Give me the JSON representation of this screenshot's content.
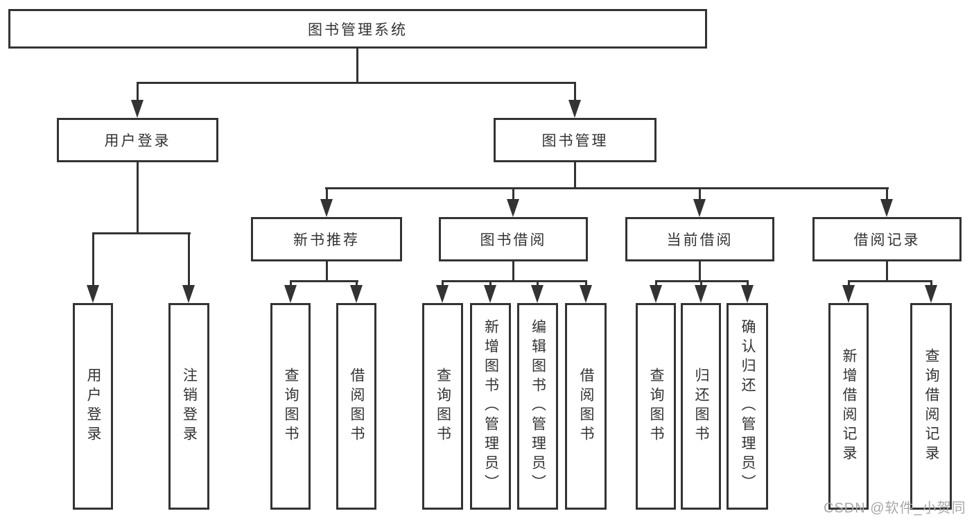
{
  "watermark": "CSDN @软件_小贺同学",
  "colors": {
    "line": "#333333",
    "text": "#333333",
    "watermark": "#a8a8a8",
    "bg": "#ffffff"
  },
  "tree": {
    "label": "图书管理系统",
    "children": [
      {
        "label": "用户登录",
        "children": [
          {
            "label": "用户登录"
          },
          {
            "label": "注销登录"
          }
        ]
      },
      {
        "label": "图书管理",
        "children": [
          {
            "label": "新书推荐",
            "children": [
              {
                "label": "查询图书"
              },
              {
                "label": "借阅图书"
              }
            ]
          },
          {
            "label": "图书借阅",
            "children": [
              {
                "label": "查询图书"
              },
              {
                "label": "新增图书（管理员）"
              },
              {
                "label": "编辑图书（管理员）"
              },
              {
                "label": "借阅图书"
              }
            ]
          },
          {
            "label": "当前借阅",
            "children": [
              {
                "label": "查询图书"
              },
              {
                "label": "归还图书"
              },
              {
                "label": "确认归还（管理员）"
              }
            ]
          },
          {
            "label": "借阅记录",
            "children": [
              {
                "label": "新增借阅记录"
              },
              {
                "label": "查询借阅记录"
              }
            ]
          }
        ]
      }
    ]
  }
}
